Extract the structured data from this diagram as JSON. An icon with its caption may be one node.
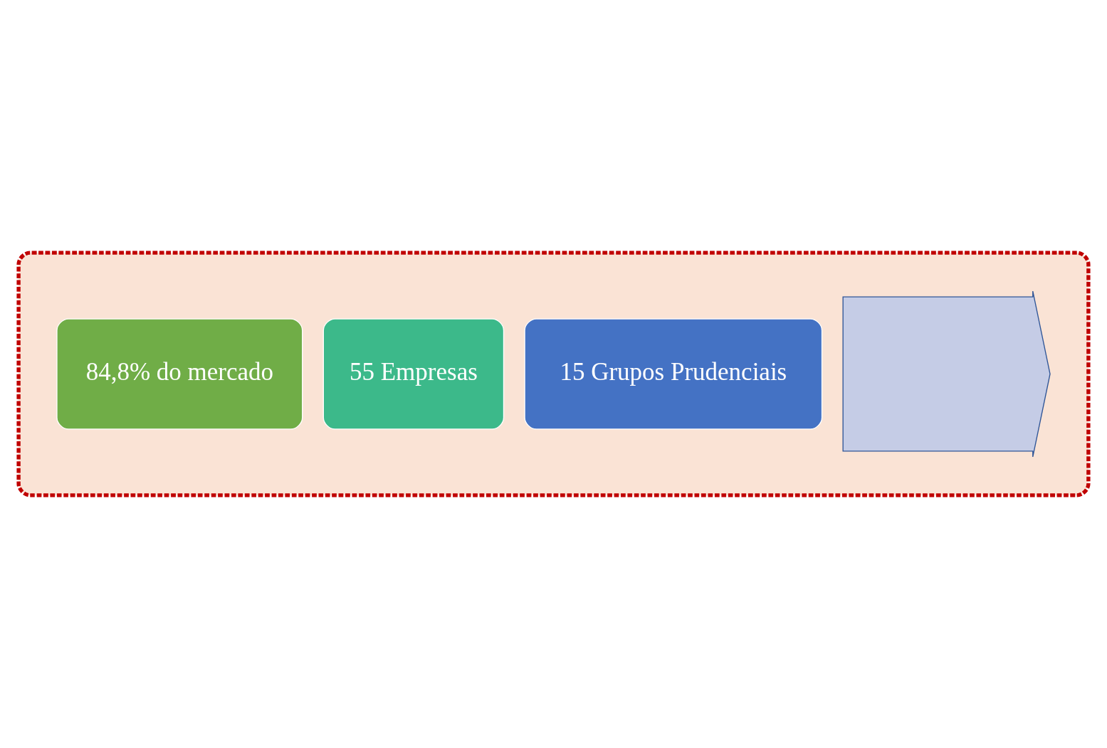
{
  "diagram": {
    "nodes": [
      {
        "text": [],
        "shape": "ellipse"
      },
      {
        "text": [],
        "shape": "arrow",
        "in": 0
      },
      {
        "text": [
          "15 Grupos Prudenciais"
        ],
        "in": 0
      },
      {
        "text": [
          "55 Empresas"
        ],
        "in": 0
      },
      {
        "text": [
          "84,8% do mercado"
        ],
        "in": 0
      }
    ]
  }
}
